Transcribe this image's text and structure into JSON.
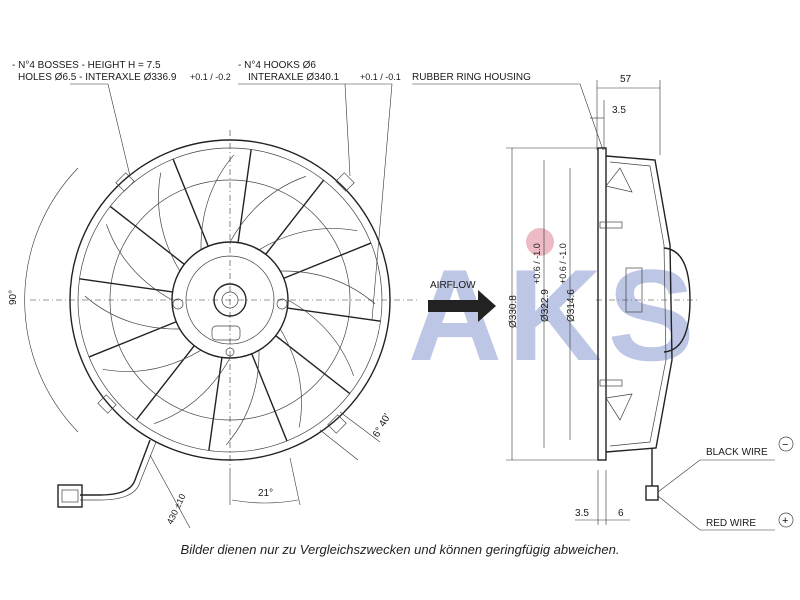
{
  "annotations": {
    "bosses_line1": "- N°4 BOSSES - HEIGHT H = 7.5",
    "bosses_line2": "HOLES Ø6.5 - INTERAXLE Ø336.9",
    "bosses_tol": "+0.1 / -0.2",
    "hooks_line1": "- N°4 HOOKS Ø6",
    "hooks_line2": "INTERAXLE Ø340.1",
    "hooks_tol": "+0.1 / -0.1",
    "rubber_ring": "RUBBER RING HOUSING",
    "airflow": "AIRFLOW",
    "black_wire": "BLACK WIRE",
    "red_wire": "RED WIRE",
    "minus_sign": "−",
    "plus_sign": "+"
  },
  "dimensions": {
    "angle_90": "90°",
    "angle_6_40": "6° 40'",
    "angle_21": "21°",
    "wire_length": "430 ±10",
    "depth_57": "57",
    "offset_3_5_top": "3.5",
    "offset_3_5_bottom": "3.5",
    "offset_6": "6",
    "dia_330_8": "Ø330.8",
    "dia_322_9": "Ø322.9",
    "dia_322_9_tol": "+0.6 / -1.0",
    "dia_314_6": "Ø314.6",
    "dia_314_6_tol": "+0.6 / -1.0"
  },
  "watermark": "AKS",
  "caption": "Bilder dienen nur zu Vergleichszwecken und können geringfügig abweichen.",
  "colors": {
    "watermark_red": "#e8a8b4",
    "watermark_blue": "#aab4dc",
    "ink": "#1a1a1a"
  }
}
